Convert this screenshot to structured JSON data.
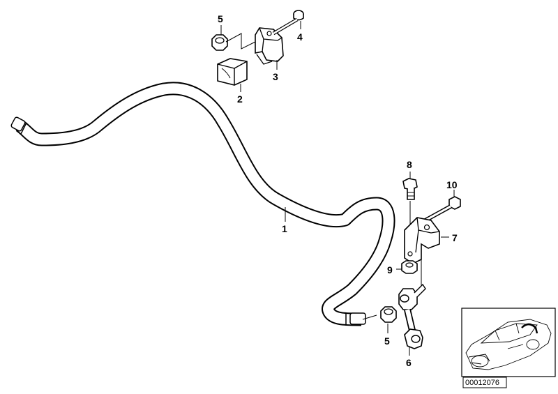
{
  "callouts": {
    "p1": "1",
    "p2": "2",
    "p3": "3",
    "p4": "4",
    "p5_top": "5",
    "p5_bottom": "5",
    "p6": "6",
    "p7": "7",
    "p8": "8",
    "p9": "9",
    "p10": "10"
  },
  "inset": {
    "reference_number": "00012076"
  }
}
